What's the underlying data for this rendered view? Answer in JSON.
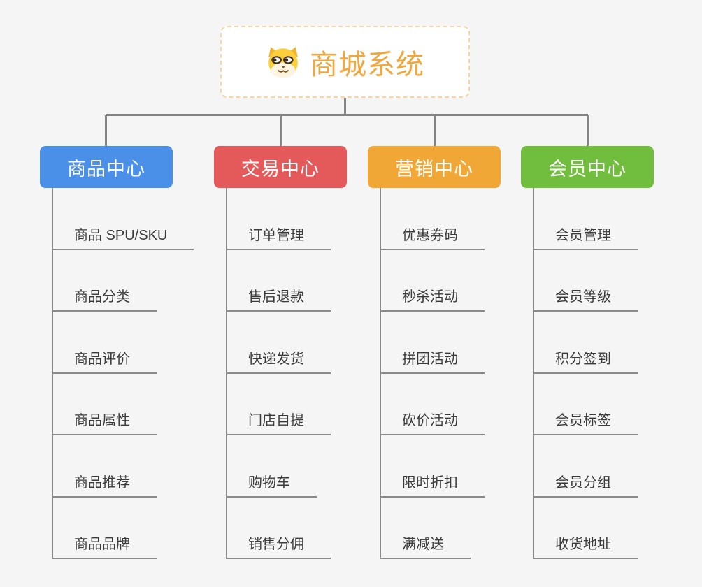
{
  "root": {
    "title": "商城系统",
    "icon": "shiba-dog-icon",
    "title_color": "#f0a73e",
    "border_color": "#f5d7a5"
  },
  "connector_color": "#848484",
  "branches": [
    {
      "label": "商品中心",
      "color": "#4a8fe8",
      "items": [
        "商品 SPU/SKU",
        "商品分类",
        "商品评价",
        "商品属性",
        "商品推荐",
        "商品品牌"
      ]
    },
    {
      "label": "交易中心",
      "color": "#e45a5a",
      "items": [
        "订单管理",
        "售后退款",
        "快递发货",
        "门店自提",
        "购物车",
        "销售分佣"
      ]
    },
    {
      "label": "营销中心",
      "color": "#f0a736",
      "items": [
        "优惠券码",
        "秒杀活动",
        "拼团活动",
        "砍价活动",
        "限时折扣",
        "满减送"
      ]
    },
    {
      "label": "会员中心",
      "color": "#71be3e",
      "items": [
        "会员管理",
        "会员等级",
        "积分签到",
        "会员标签",
        "会员分组",
        "收货地址"
      ]
    }
  ]
}
